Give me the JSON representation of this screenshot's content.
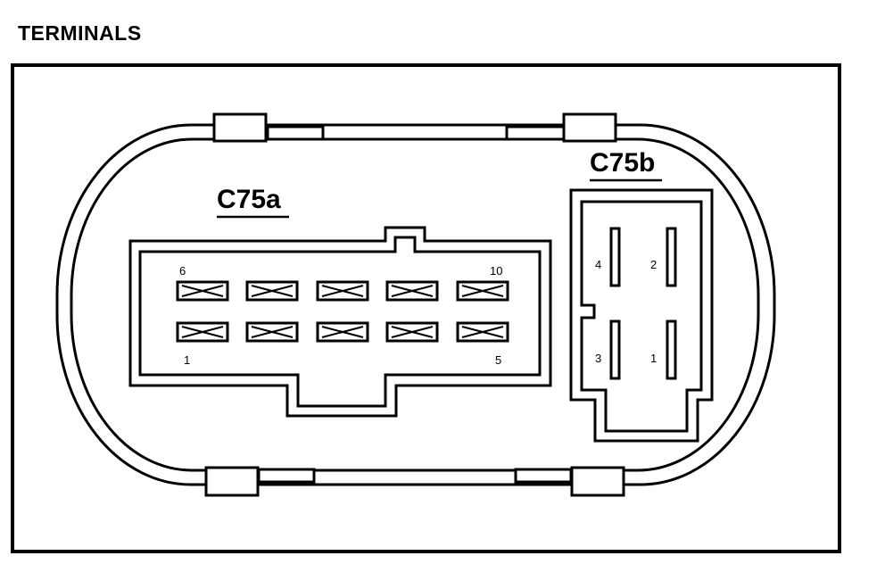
{
  "title": "TERMINALS",
  "connector_a": {
    "label": "C75a",
    "pin_labels": {
      "top_left": "6",
      "top_right": "10",
      "bottom_left": "1",
      "bottom_right": "5"
    }
  },
  "connector_b": {
    "label": "C75b",
    "pin_labels": {
      "pin4": "4",
      "pin2": "2",
      "pin3": "3",
      "pin1": "1"
    }
  }
}
